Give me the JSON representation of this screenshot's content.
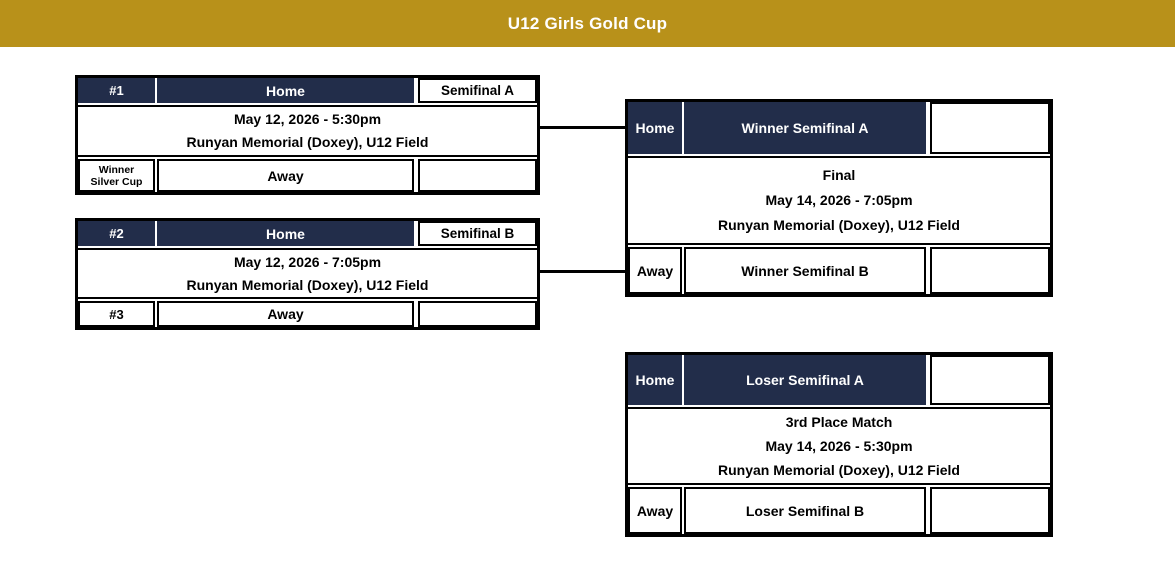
{
  "banner": {
    "title": "U12 Girls Gold Cup"
  },
  "colors": {
    "banner_gold": "#B8911A",
    "header_navy": "#222D4A",
    "border_black": "#000000",
    "text_white": "#FFFFFF"
  },
  "brackets": {
    "semifinal_a": {
      "seed": "#1",
      "home_label": "Home",
      "match_name": "Semifinal A",
      "datetime": "May 12, 2026 - 5:30pm",
      "venue": "Runyan Memorial (Doxey), U12 Field",
      "away_seed": "Winner Silver Cup",
      "away_label": "Away"
    },
    "semifinal_b": {
      "seed": "#2",
      "home_label": "Home",
      "match_name": "Semifinal B",
      "datetime": "May 12, 2026 - 7:05pm",
      "venue": "Runyan Memorial (Doxey), U12 Field",
      "away_seed": "#3",
      "away_label": "Away"
    },
    "final": {
      "home_label": "Home",
      "home_team": "Winner Semifinal A",
      "match_name": "Final",
      "datetime": "May 14, 2026 - 7:05pm",
      "venue": "Runyan Memorial (Doxey), U12 Field",
      "away_label": "Away",
      "away_team": "Winner Semifinal B"
    },
    "third_place": {
      "home_label": "Home",
      "home_team": "Loser Semifinal A",
      "match_name": "3rd Place Match",
      "datetime": "May 14, 2026 - 5:30pm",
      "venue": "Runyan Memorial (Doxey), U12 Field",
      "away_label": "Away",
      "away_team": "Loser Semifinal B"
    }
  }
}
